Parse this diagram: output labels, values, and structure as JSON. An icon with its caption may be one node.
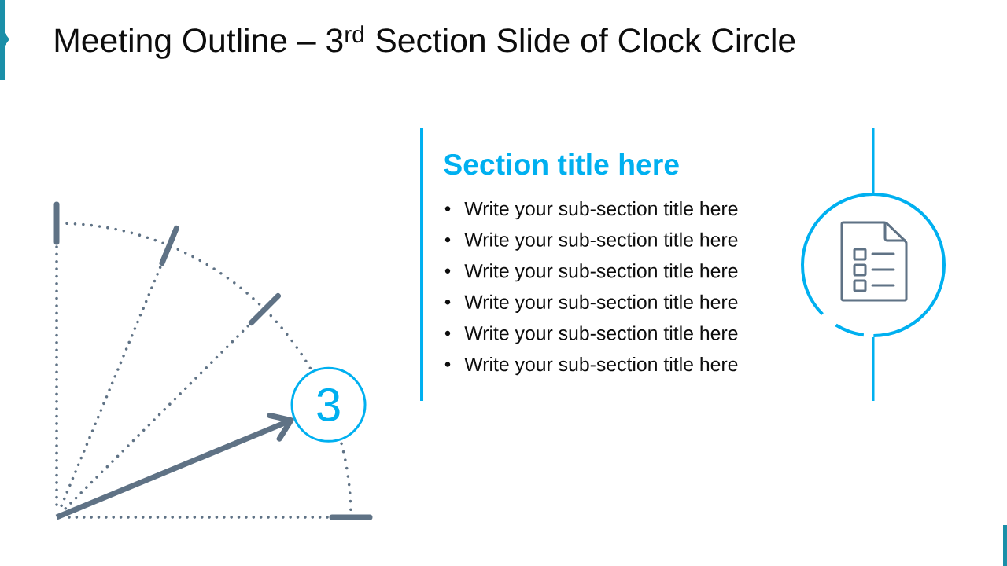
{
  "diagram": {
    "title": "Meeting Outline – 3$^{rd}$ Section Slide of Clock Circle",
    "nodes": [
      {
        "text": [
          "3"
        ]
      },
      {
        "text": [],
        "shape": "circle"
      }
    ],
    "edges": [
      {
        "from": null,
        "to": 0,
        "arrow": "to",
        "style": "thick",
        "color": "#5f7285"
      },
      {
        "from": null,
        "to": 1,
        "arrow": "none"
      },
      {
        "from": 1,
        "to": null,
        "arrow": "none"
      }
    ],
    "labels": [
      "Section title here",
      "Write your sub-section title here",
      "Write your sub-section title here",
      "Write your sub-section title here",
      "Write your sub-section title here",
      "Write your sub-section title here",
      "Write your sub-section title here"
    ]
  }
}
